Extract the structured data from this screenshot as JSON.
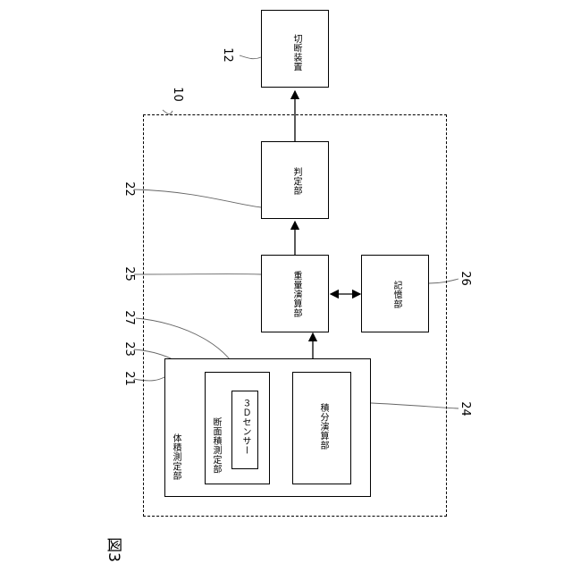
{
  "figure_title": "図3",
  "blocks": {
    "cutting_device": "切断装置",
    "judgment_unit": "判定部",
    "weight_calc_unit": "重量演算部",
    "storage_unit": "記憶部",
    "volume_measure_unit": "体積測定部",
    "cross_section_unit": "断面積測定部",
    "sensor_3d": "３Ｄセンサー",
    "integral_calc_unit": "積分演算部"
  },
  "refs": {
    "r10": "10",
    "r12": "12",
    "r21": "21",
    "r22": "22",
    "r23": "23",
    "r24": "24",
    "r25": "25",
    "r26": "26",
    "r27": "27"
  }
}
